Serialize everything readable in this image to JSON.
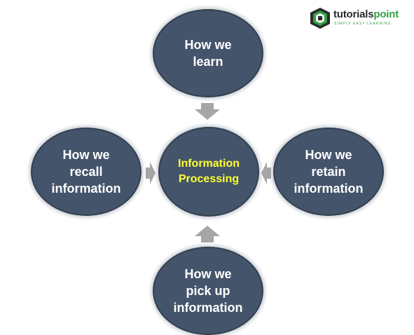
{
  "logo": {
    "wordmark_part1": "tutorials",
    "wordmark_part2": "point",
    "tagline": "SIMPLY EASY LEARNING",
    "colors": {
      "dark": "#2a2a2a",
      "green": "#33a043"
    }
  },
  "diagram": {
    "center": {
      "label": "Information\nProcessing",
      "color": "#ffff33"
    },
    "top": {
      "label": "How we\nlearn"
    },
    "left": {
      "label": "How we\nrecall\ninformation"
    },
    "right": {
      "label": "How we\nretain\ninformation"
    },
    "bottom": {
      "label": "How we\npick up\ninformation"
    },
    "colors": {
      "node_fill": "#44546a",
      "node_border": "#33404f",
      "node_text": "#ffffff",
      "arrow": "#a6a6a6"
    }
  }
}
